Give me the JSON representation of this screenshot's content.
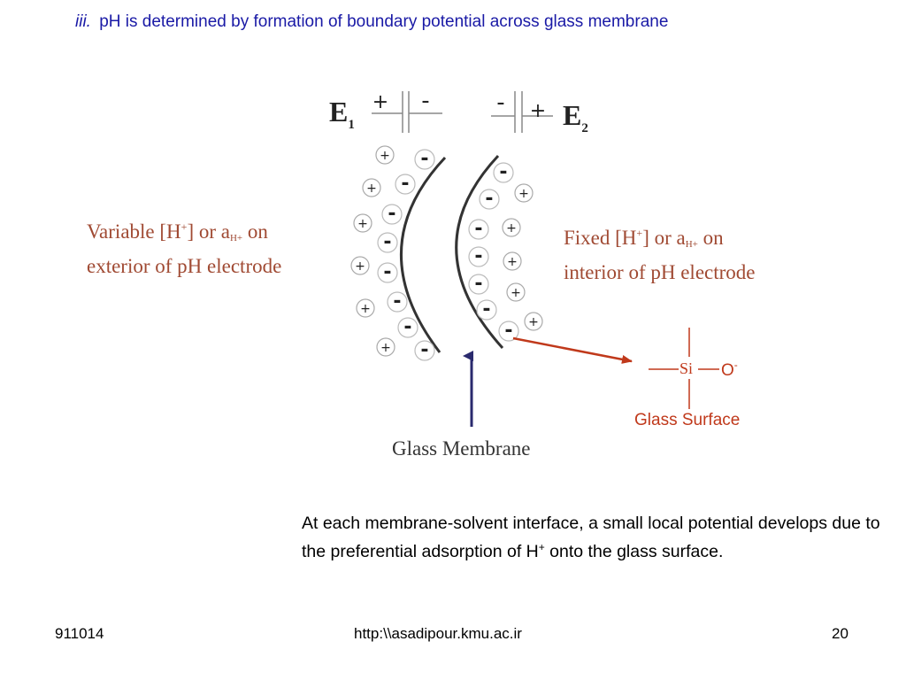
{
  "title": {
    "number": "iii.",
    "text": "pH is determined by formation of boundary potential across glass membrane"
  },
  "electrodes": {
    "e1": {
      "letter": "E",
      "sub": "1",
      "left_sign": "+",
      "right_sign": "-"
    },
    "e2": {
      "letter": "E",
      "sub": "2",
      "left_sign": "-",
      "right_sign": "+"
    }
  },
  "left_label": {
    "line1_a": "Variable [H",
    "line1_sup": "+",
    "line1_b": "] or a",
    "line1_sub": "H+",
    "line1_c": " on",
    "line2": "exterior of pH electrode"
  },
  "right_label": {
    "line1_a": "Fixed [H",
    "line1_sup": "+",
    "line1_b": "] or a",
    "line1_sub": "H+",
    "line1_c": " on",
    "line2": "interior of pH electrode"
  },
  "membrane_label": "Glass Membrane",
  "glass_surface": {
    "si": "Si",
    "o": "O",
    "o_charge": "-",
    "caption": "Glass Surface"
  },
  "ions": {
    "positive_symbol": "+",
    "negative_symbol": "-"
  },
  "colors": {
    "title": "#1a1aa6",
    "label": "#a04a33",
    "glass_surface": "#c0391b",
    "membrane_arrow": "#2a2a6e",
    "pointer_arrow": "#c0391b"
  },
  "body_text": {
    "part1": "At each membrane-solvent interface, a small local potential develops due to the preferential adsorption of H",
    "sup": "+",
    "part2": " onto the glass surface."
  },
  "footer": {
    "left": "911014",
    "center": "http:\\\\asadipour.kmu.ac.ir",
    "right": "20"
  }
}
